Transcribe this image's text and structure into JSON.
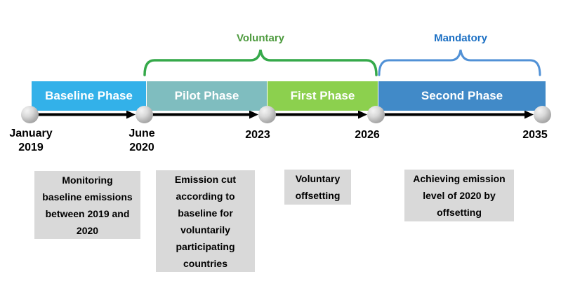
{
  "brackets": [
    {
      "label": "Voluntary",
      "line_color": "#35A94A",
      "label_color": "#4E9B3F",
      "spans_phases": [
        "Pilot Phase",
        "First Phase"
      ]
    },
    {
      "label": "Mandatory",
      "line_color": "#5191D6",
      "label_color": "#1C70C4",
      "spans_phases": [
        "Second Phase"
      ]
    }
  ],
  "phases": [
    {
      "label": "Baseline Phase",
      "color": "#33B1E9",
      "start": "January 2019",
      "end": "June 2020"
    },
    {
      "label": "Pilot Phase",
      "color": "#7FBDBF",
      "start": "June 2020",
      "end": "2023"
    },
    {
      "label": "First Phase",
      "color": "#8CD04E",
      "start": "2023",
      "end": "2026"
    },
    {
      "label": "Second Phase",
      "color": "#418AC8",
      "start": "2026",
      "end": "2035"
    }
  ],
  "milestones": [
    {
      "lines": [
        "January",
        "2019"
      ]
    },
    {
      "lines": [
        "June",
        "2020"
      ]
    },
    {
      "lines": [
        "2023"
      ]
    },
    {
      "lines": [
        "2026"
      ]
    },
    {
      "lines": [
        "2035"
      ]
    }
  ],
  "notes": [
    {
      "lines": [
        "Monitoring",
        "baseline emissions",
        "between 2019 and",
        "2020"
      ]
    },
    {
      "lines": [
        "Emission cut",
        "according to",
        "baseline for",
        "voluntarily",
        "participating",
        "countries"
      ]
    },
    {
      "lines": [
        "Voluntary",
        "offsetting"
      ]
    },
    {
      "lines": [
        "Achieving emission",
        "level of 2020 by",
        "offsetting"
      ]
    }
  ],
  "note_box_color": "#D9D9D9",
  "arrow_color": "#000000"
}
